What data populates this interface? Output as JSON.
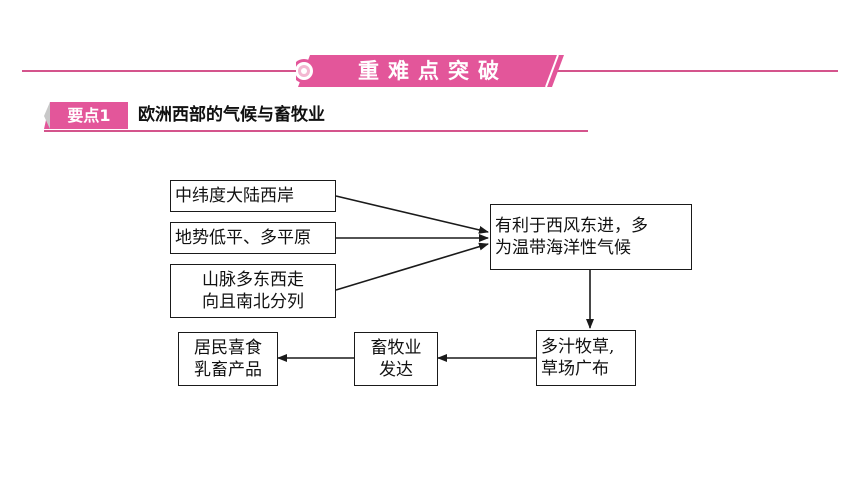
{
  "header": {
    "title": "重难点突破"
  },
  "section": {
    "tag": "要点1",
    "title": "欧洲西部的气候与畜牧业"
  },
  "diagram": {
    "factors": [
      {
        "lines": [
          "中纬度大陆西岸"
        ]
      },
      {
        "lines": [
          "地势低平、多平原"
        ]
      },
      {
        "lines": [
          "山脉多东西走",
          "向且南北分列"
        ]
      }
    ],
    "climate": {
      "lines": [
        "有利于西风东进，多",
        "为温带海洋性气候"
      ]
    },
    "grass": {
      "lines": [
        "多汁牧草,",
        "草场广布"
      ]
    },
    "husbandry": {
      "lines": [
        "畜牧业",
        "发达"
      ]
    },
    "diet": {
      "lines": [
        "居民喜食",
        "乳畜产品"
      ]
    }
  },
  "colors": {
    "accent": "#d4548c",
    "ink": "#1a1a1a"
  }
}
